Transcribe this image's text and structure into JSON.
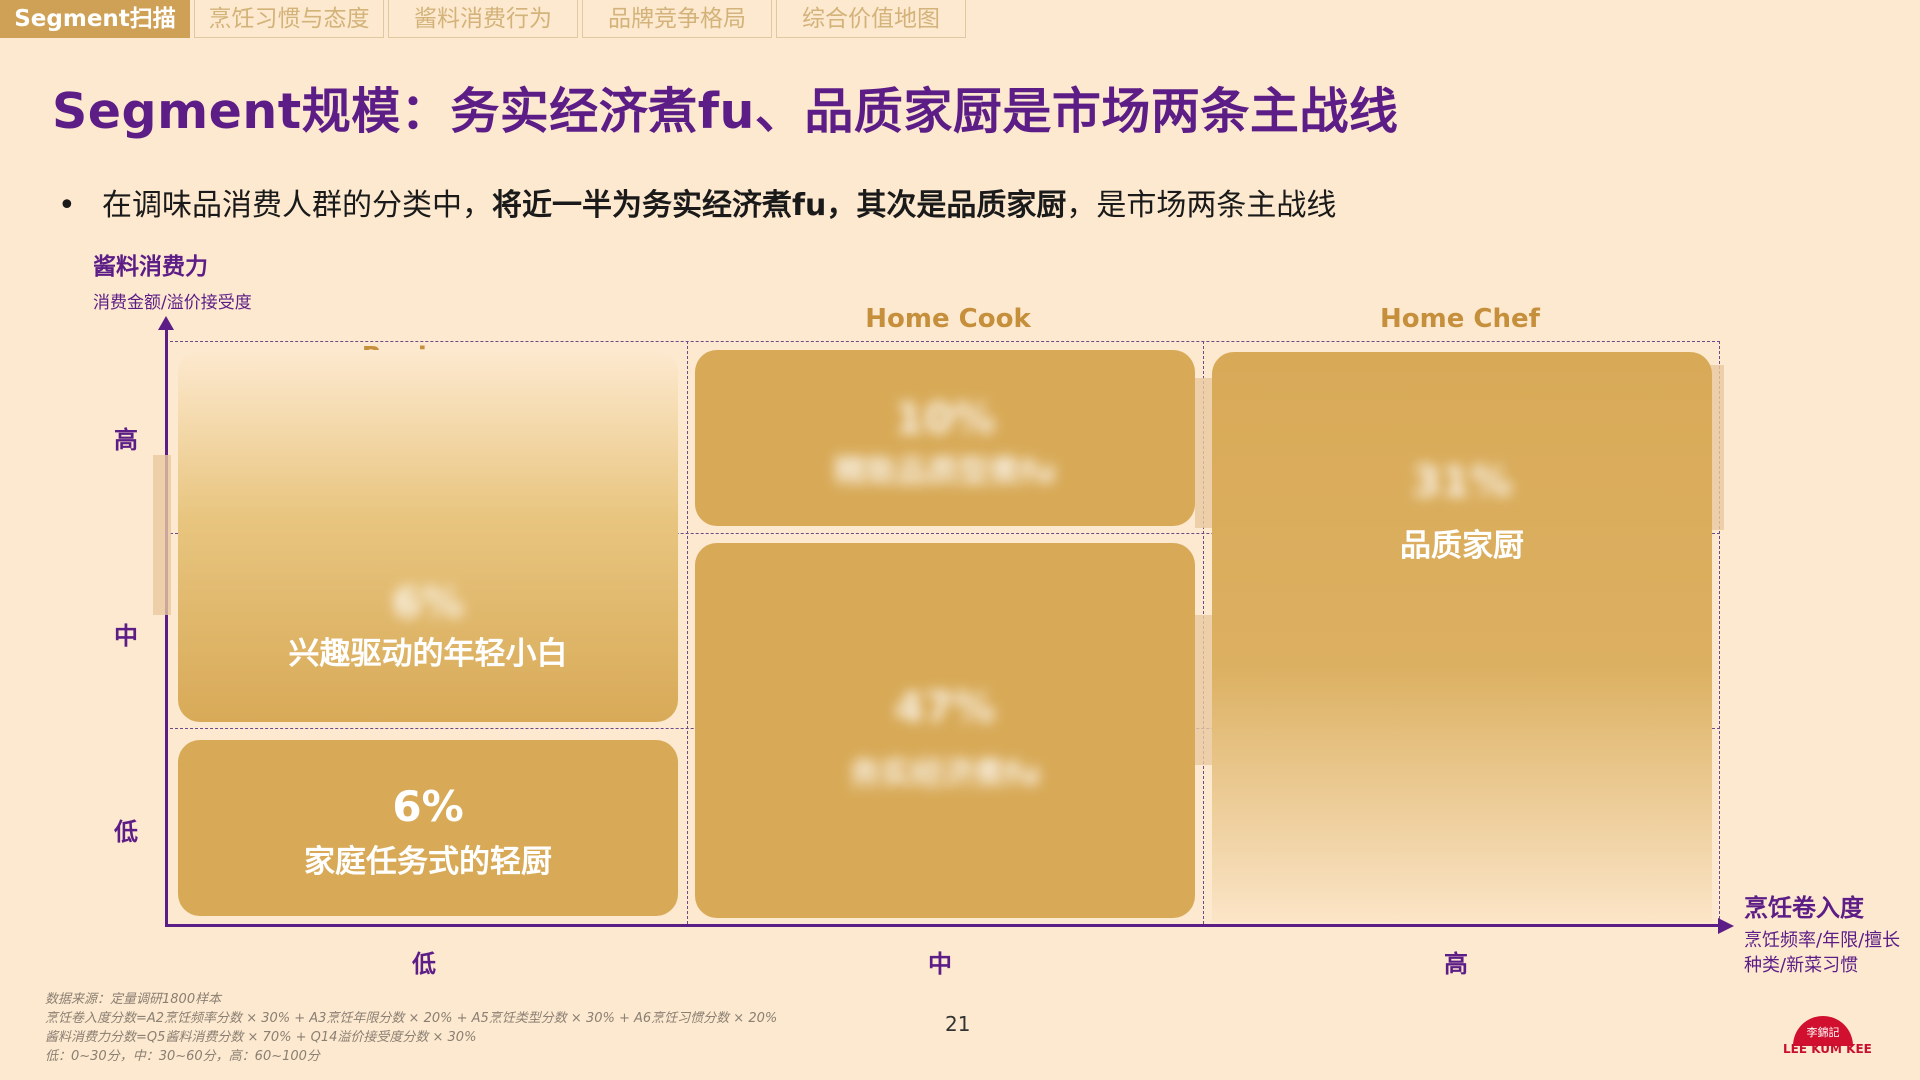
{
  "tabs": [
    "Segment扫描",
    "烹饪习惯与态度",
    "酱料消费行为",
    "品牌竞争格局",
    "综合价值地图"
  ],
  "title": "Segment规模：务实经济煮fu、品质家厨是市场两条主战线",
  "bullet": {
    "prefix": "在调味品消费人群的分类中，",
    "bold": "将近一半为务实经济煮fu，其次是品质家厨",
    "suffix": "，是市场两条主战线"
  },
  "y_axis": {
    "title": "酱料消费力",
    "subtitle": "消费金额/溢价接受度",
    "ticks": [
      "高",
      "中",
      "低"
    ]
  },
  "x_axis": {
    "title": "烹饪卷入度",
    "subtitle_line1": "烹饪频率/年限/擅长",
    "subtitle_line2": "种类/新菜习惯",
    "ticks": [
      "低",
      "中",
      "高"
    ]
  },
  "columns": [
    "Beginner",
    "Home Cook",
    "Home Chef"
  ],
  "segments": {
    "beginner_high": {
      "pct": "6%",
      "name": "兴趣驱动的年轻小白"
    },
    "beginner_low": {
      "pct": "6%",
      "name": "家庭任务式的轻厨"
    },
    "homecook_high": {
      "pct": "10%",
      "name": "精致品质型煮fu"
    },
    "homecook_low": {
      "pct": "47%",
      "name": "务实经济煮fu"
    },
    "homechef": {
      "pct": "31%",
      "name": "品质家厨"
    }
  },
  "footnote": [
    "数据来源：定量调研1800样本",
    "烹饪卷入度分数=A2烹饪频率分数 × 30% + A3烹饪年限分数 × 20% + A5烹饪类型分数 × 30% + A6烹饪习惯分数 × 20%",
    "酱料消费力分数=Q5酱料消费分数 × 70% + Q14溢价接受度分数 × 30%",
    "低：0~30分，中：30~60分，高：60~100分"
  ],
  "page_number": "21",
  "logo": {
    "brand_cn": "李錦記",
    "brand_en": "LEE KUM KEE"
  },
  "colors": {
    "accent": "#5c1d86",
    "box": "#d8aa58",
    "tab_active": "#cfa157",
    "background": "#fde9cf"
  }
}
